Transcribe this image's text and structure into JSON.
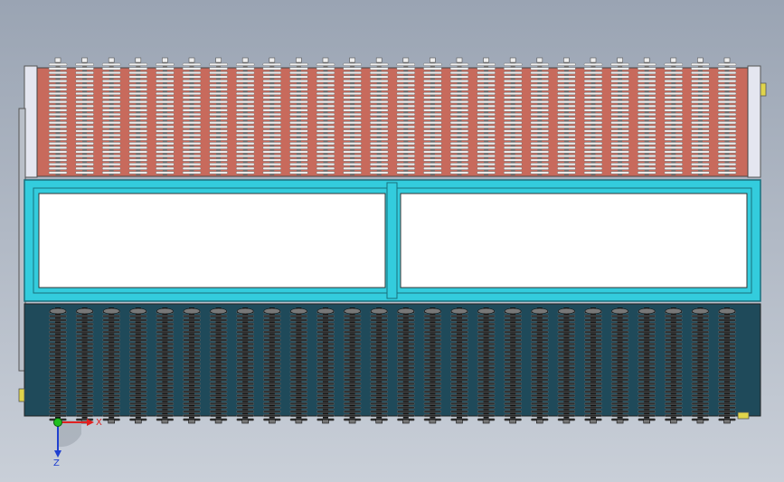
{
  "viewport": {
    "background_top": "#9aa4b3",
    "background_bottom": "#c9cfd8"
  },
  "model": {
    "upper_section": {
      "fin_tube_count": 26,
      "plate_color": "#c86a5c",
      "fin_color": "#eeeeee",
      "fin_shadow_color": "#6f6f6f"
    },
    "middle_frame": {
      "frame_color": "#33ccdd",
      "frame_edge_color": "#1a6f7c",
      "panel_color": "#ffffff",
      "panel_count": 2
    },
    "lower_section": {
      "fin_tube_count": 26,
      "plate_color": "#1f4a5a",
      "fin_color": "#2b2b2b",
      "fin_highlight_color": "#777777"
    },
    "tabs_color": "#e0d44a"
  },
  "triad": {
    "x_label": "X",
    "z_label": "Z",
    "x_color": "#e02020",
    "z_color": "#2040d0",
    "origin_color": "#20c020"
  }
}
